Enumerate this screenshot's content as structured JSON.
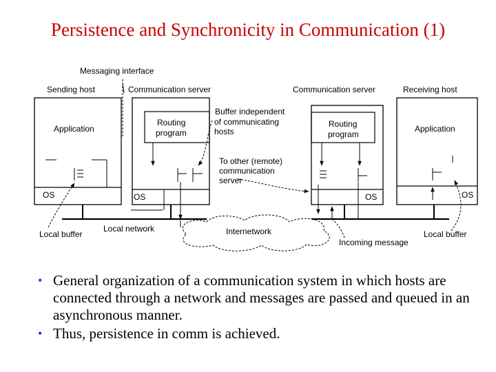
{
  "slide": {
    "title": "Persistence and Synchronicity in Communication (1)",
    "bullets": [
      "General organization of a communication system in which hosts are connected through a network and messages are passed and queued in an asynchronous manner.",
      "Thus, persistence in comm is achieved."
    ]
  },
  "diagram": {
    "labels": {
      "messaging_interface": "Messaging interface",
      "sending_host": "Sending host",
      "communication_server_left": "Communication server",
      "communication_server_right": "Communication server",
      "receiving_host": "Receiving host",
      "application_left": "Application",
      "routing_program_left": [
        "Routing",
        "program"
      ],
      "buffer_independent": [
        "Buffer independent",
        "of communicating",
        "hosts"
      ],
      "routing_program_right": [
        "Routing",
        "program"
      ],
      "application_right": "Application",
      "to_other_server": [
        "To other (remote)",
        "communication",
        "server"
      ],
      "os_1": "OS",
      "os_2": "OS",
      "os_3": "OS",
      "os_4": "OS",
      "local_buffer_left": "Local buffer",
      "local_network": "Local network",
      "internetwork": "Internetwork",
      "incoming_message": "Incoming message",
      "local_buffer_right": "Local buffer"
    }
  }
}
